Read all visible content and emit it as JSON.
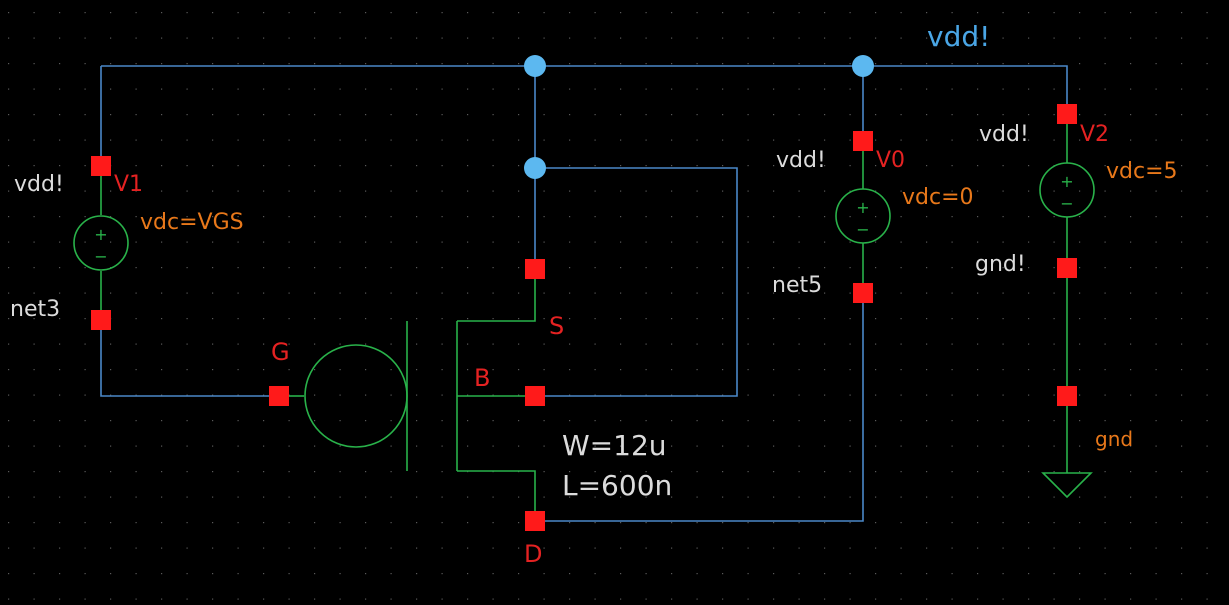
{
  "schematic": {
    "colors": {
      "background": "#000000",
      "grid_dot": "#5a5a5a",
      "wire": "#4a88c8",
      "net_dot": "#5cb8f0",
      "device": "#29b24a",
      "pin": "#ff1a1a",
      "pin_label": "#e52222",
      "net_label": "#dcdcdc",
      "param": "#e8781a",
      "vdd_label": "#4aa6e6",
      "gnd_label": "#e8781a"
    },
    "labels": {
      "vdd_rail": "vdd!",
      "v1_plus": "vdd!",
      "v1_name": "V1",
      "v1_param": "vdc=VGS",
      "v1_minus": "net3",
      "v0_plus": "vdd!",
      "v0_name": "V0",
      "v0_param": "vdc=0",
      "v0_minus": "net5",
      "v2_plus": "vdd!",
      "v2_name": "V2",
      "v2_param": "vdc=5",
      "v2_minus": "gnd!",
      "gnd": "gnd",
      "gate": "G",
      "source": "S",
      "bulk": "B",
      "drain": "D",
      "width": "W=12u",
      "length": "L=600n"
    },
    "symbols": {
      "plus": "+",
      "minus": "−"
    }
  }
}
